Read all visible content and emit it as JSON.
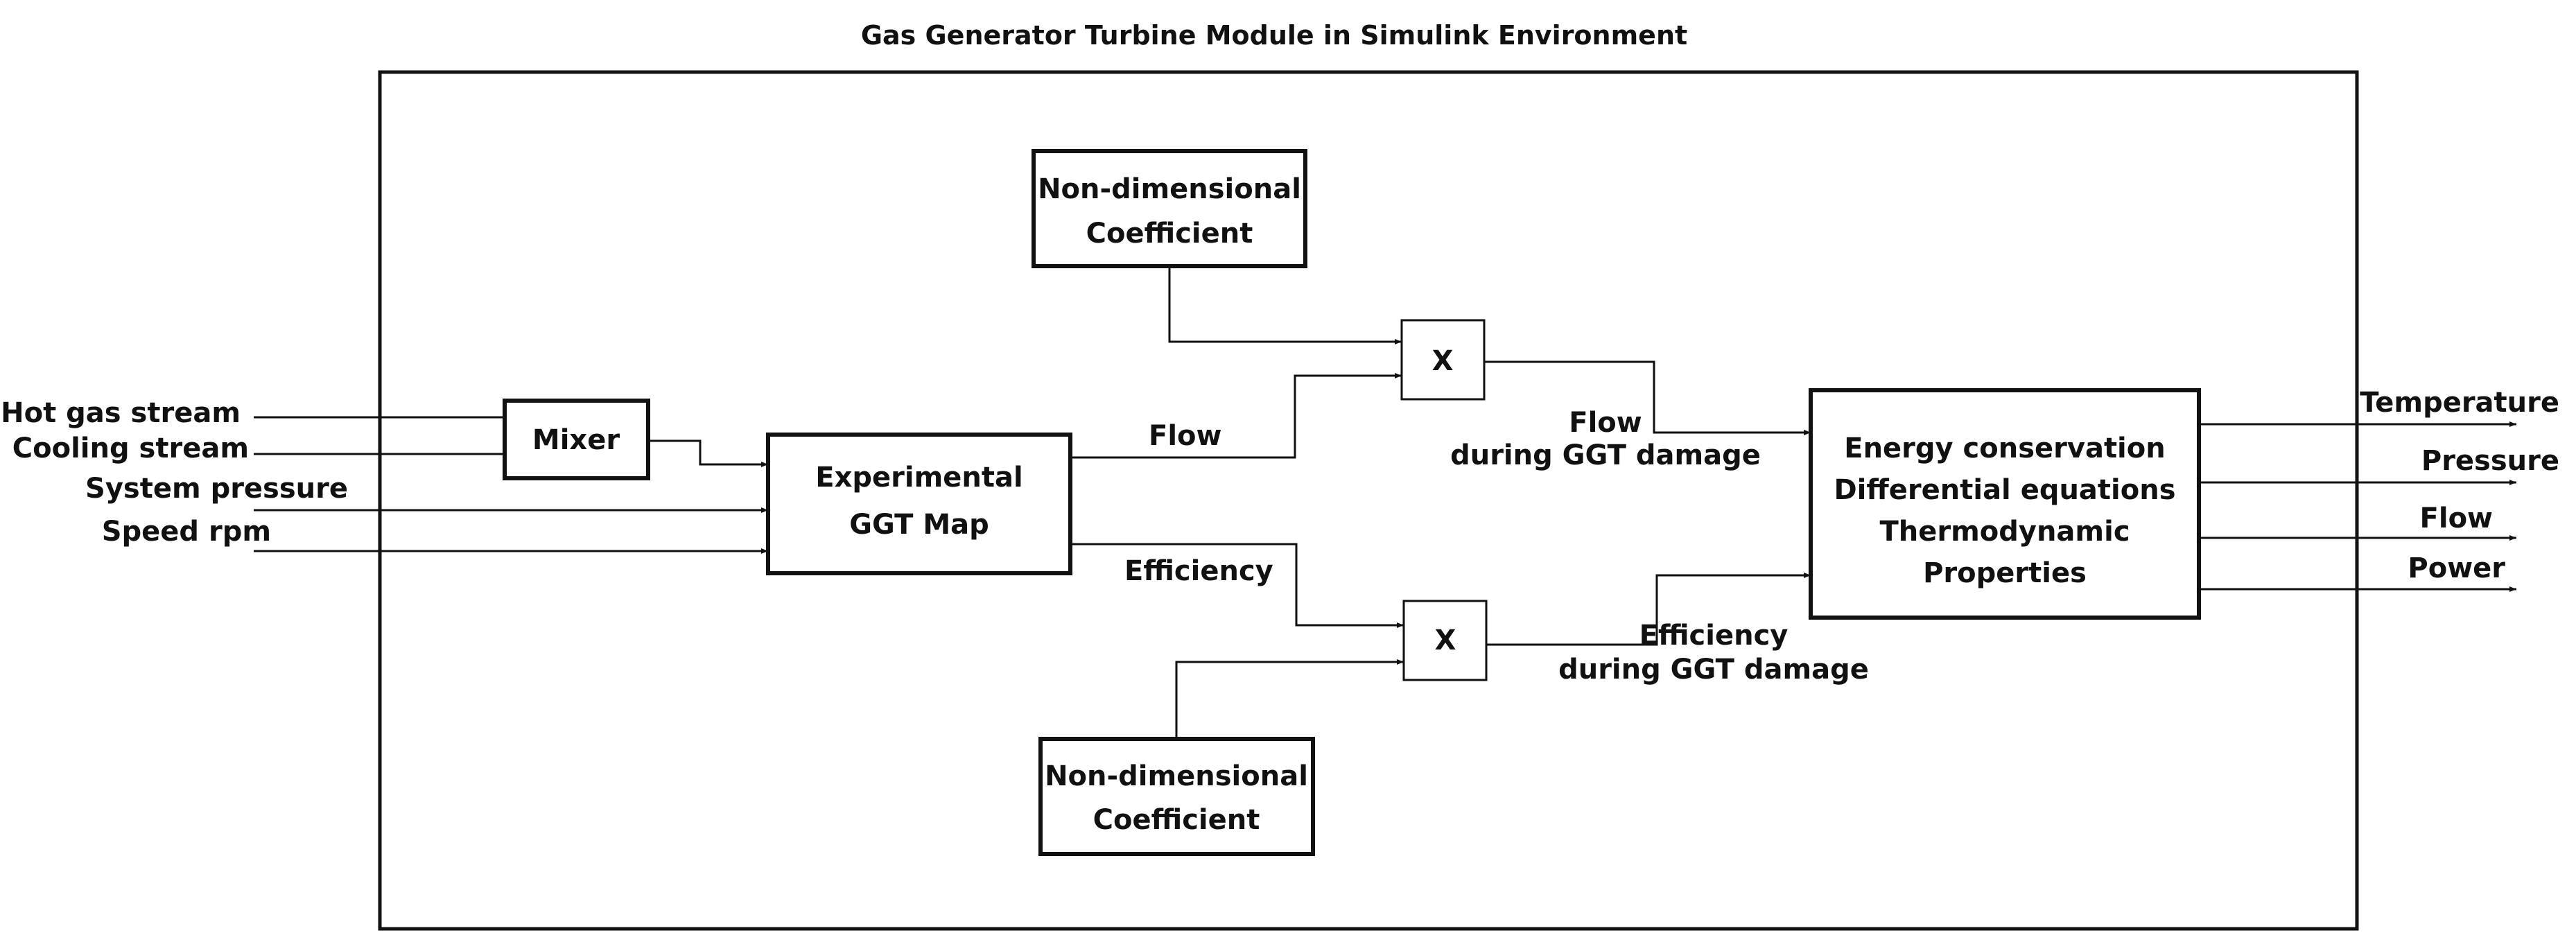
{
  "title": "Gas Generator Turbine Module in Simulink Environment",
  "inputs": [
    "Hot gas stream",
    "Cooling stream",
    "System pressure",
    "Speed rpm"
  ],
  "blocks": {
    "mixer": "Mixer",
    "map": [
      "Experimental",
      "GGT  Map"
    ],
    "coef_top": [
      "Non-dimensional",
      "Coefficient"
    ],
    "coef_bottom": [
      "Non-dimensional",
      "Coefficient"
    ],
    "mult_top": "X",
    "mult_bottom": "X",
    "energy": [
      "Energy conservation",
      "Differential equations",
      "Thermodynamic",
      "Properties"
    ]
  },
  "signals": {
    "flow": "Flow",
    "efficiency": "Efficiency",
    "flow_damage": [
      "Flow",
      "during GGT damage"
    ],
    "efficiency_damage": [
      "Efficiency",
      "during GGT damage"
    ]
  },
  "outputs": [
    "Temperature",
    "Pressure",
    "Flow",
    "Power"
  ]
}
